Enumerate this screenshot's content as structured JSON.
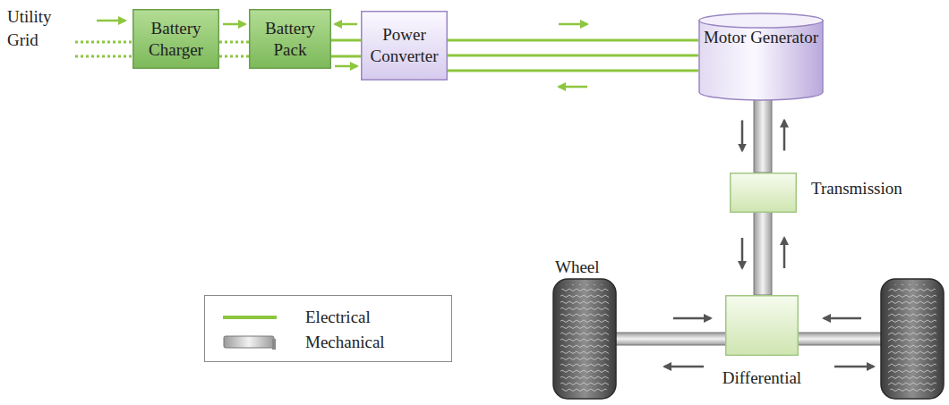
{
  "diagram": {
    "nodes": [
      {
        "text": [
          "Battery Charger"
        ]
      },
      {
        "text": [
          "Battery Pack"
        ]
      },
      {
        "text": [
          "Power Converter"
        ]
      },
      {
        "text": [
          "Motor Generator"
        ]
      },
      {
        "text": [
          "Transmission"
        ]
      },
      {
        "text": [
          "Differential"
        ]
      }
    ],
    "edges": [
      {
        "from": 0,
        "to": 1,
        "arrow": "to"
      },
      {
        "from": 1,
        "to": 2,
        "arrow": "both"
      },
      {
        "from": 2,
        "to": 3,
        "arrow": "both"
      },
      {
        "from": 3,
        "to": 4,
        "arrow": "both"
      },
      {
        "from": 4,
        "to": 5,
        "arrow": "both"
      }
    ],
    "labels": [
      "Utility Grid",
      "Wheel"
    ],
    "legend": [
      {
        "text": "Electrical"
      },
      {
        "text": "Mechanical"
      }
    ]
  }
}
